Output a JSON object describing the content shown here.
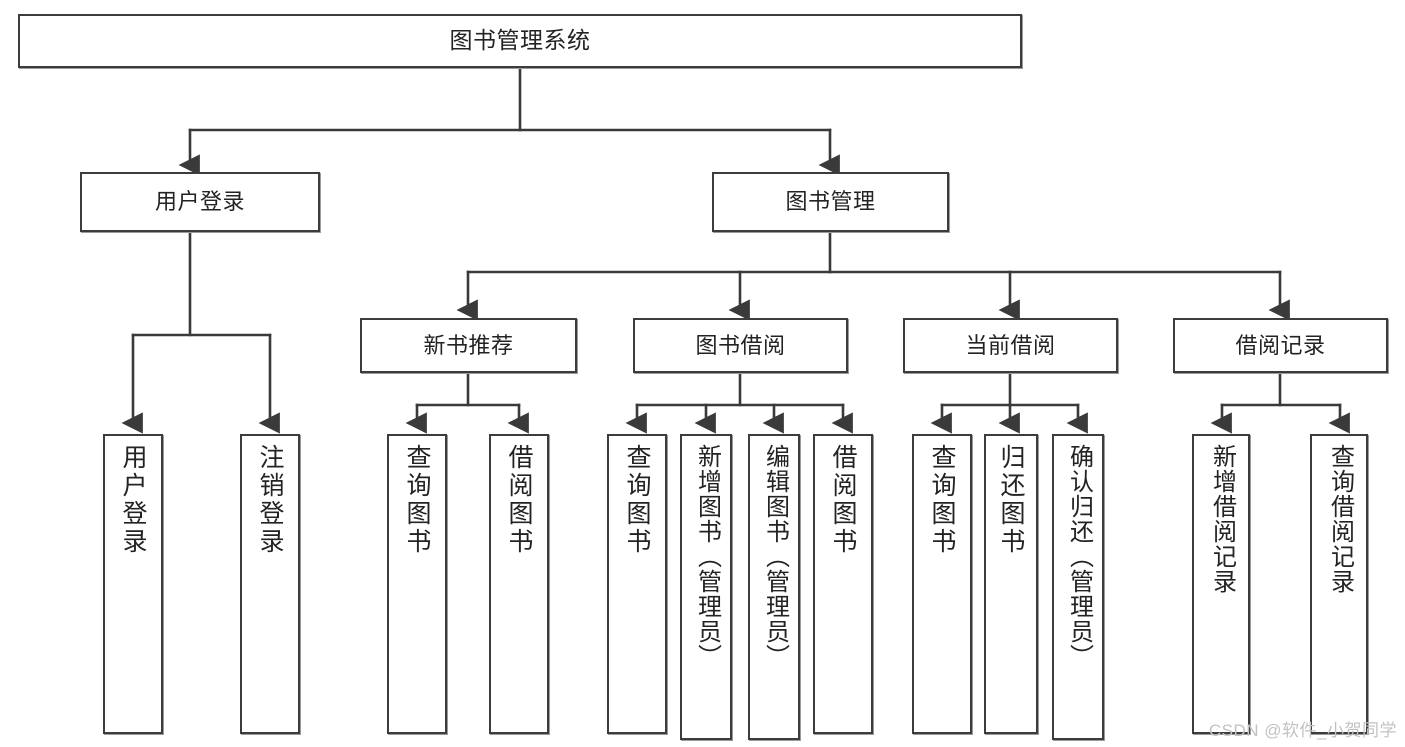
{
  "diagram": {
    "type": "tree",
    "title": "图书管理系统",
    "orientation": "top-down",
    "colors": {
      "box_border": "#3c3c3c",
      "box_fill": "#ffffff",
      "connector": "#3a3a3a",
      "text": "#232323",
      "watermark": "#c2c2c2"
    }
  },
  "watermark": {
    "text": "CSDN @软件_小贺同学"
  },
  "nodes": {
    "root": {
      "label": "图书管理系统"
    },
    "level2": [
      {
        "label": "用户登录"
      },
      {
        "label": "图书管理"
      }
    ],
    "level3": [
      {
        "label": "新书推荐"
      },
      {
        "label": "图书借阅"
      },
      {
        "label": "当前借阅"
      },
      {
        "label": "借阅记录"
      }
    ],
    "leaves": {
      "user_login": [
        {
          "label": "用户登录"
        },
        {
          "label": "注销登录"
        }
      ],
      "new_book_recommend": [
        {
          "label": "查询图书"
        },
        {
          "label": "借阅图书"
        }
      ],
      "book_borrow": [
        {
          "label": "查询图书"
        },
        {
          "label": "新增图书（管理员）"
        },
        {
          "label": "编辑图书（管理员）"
        },
        {
          "label": "借阅图书"
        }
      ],
      "current_borrow": [
        {
          "label": "查询图书"
        },
        {
          "label": "归还图书"
        },
        {
          "label": "确认归还（管理员）"
        }
      ],
      "borrow_record": [
        {
          "label": "新增借阅记录"
        },
        {
          "label": "查询借阅记录"
        }
      ]
    }
  }
}
